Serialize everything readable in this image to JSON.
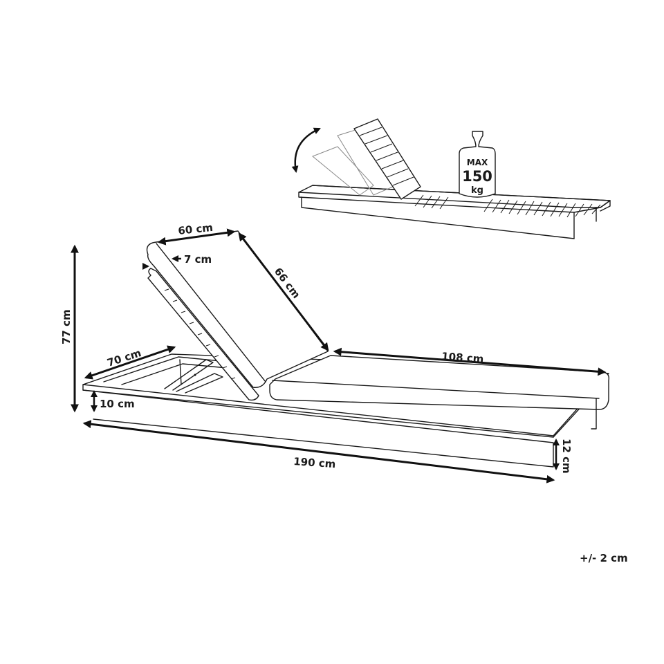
{
  "diagram": {
    "subject": "Sun lounger with adjustable backrest and cushion",
    "line_color": "#1a1a1a",
    "background": "#ffffff"
  },
  "inset": {
    "weight_icon": "weight-icon",
    "weight_label_top": "MAX",
    "weight_label_value": "150",
    "weight_label_unit": "kg",
    "adjust_icon": "curved-double-arrow-icon"
  },
  "dimensions": {
    "backrest_width": "60 cm",
    "cushion_thickness": "7 cm",
    "backrest_length": "66 cm",
    "total_height": "77 cm",
    "total_width": "70 cm",
    "seat_cushion_length": "108 cm",
    "frame_height_front": "10 cm",
    "total_length": "190 cm",
    "frame_height_back": "12 cm"
  },
  "tolerance": "+/- 2 cm"
}
